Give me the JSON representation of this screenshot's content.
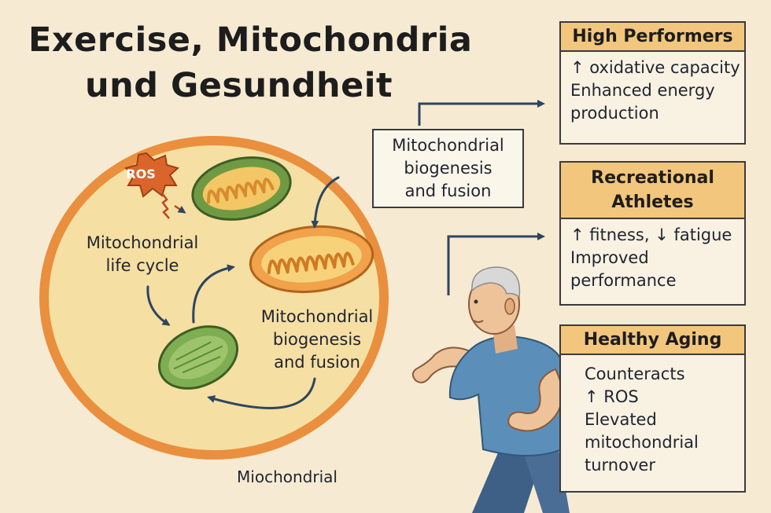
{
  "title": {
    "line1": "Exercise, Mitochondria",
    "line2": "und Gesundheit"
  },
  "diagram": {
    "ros_badge": "ROS",
    "lifecycle_label": [
      "Mitochondrial",
      "life cycle"
    ],
    "biogenesis_label": [
      "Mitochondrial",
      "biogenesis",
      "and fusion"
    ],
    "bottom_caption": "Miochondrial"
  },
  "callout": {
    "lines": [
      "Mitochondrial",
      "biogenesis",
      "and fusion"
    ]
  },
  "cards": [
    {
      "title": "High Performers",
      "lines": [
        "↑ oxidative capacity",
        "Enhanced energy",
        "production"
      ]
    },
    {
      "title": "Recreational Athletes",
      "lines": [
        "↑ fitness, ↓ fatigue",
        "Improved",
        "performance"
      ]
    },
    {
      "title": "Healthy Aging",
      "lines": [
        "Counteracts",
        "↑ ROS",
        "Elevated",
        "mitochondrial",
        "turnover"
      ]
    }
  ],
  "colors": {
    "background": "#f7ead3",
    "cell_fill": "#f6dfa3",
    "cell_border": "#e98f3e",
    "mito_green": "#a8c46a",
    "mito_orange": "#f0a24a",
    "arrow_navy": "#2d4660",
    "card_header": "#f2c67c",
    "shirt_blue": "#5b8fb9"
  }
}
